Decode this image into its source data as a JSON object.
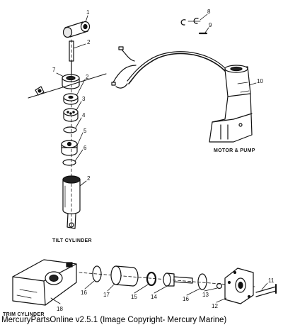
{
  "diagram": {
    "callouts": [
      "1",
      "2",
      "7",
      "2",
      "3",
      "4",
      "5",
      "6",
      "2",
      "8",
      "9",
      "10",
      "16",
      "17",
      "15",
      "14",
      "16",
      "13",
      "12",
      "11",
      "18"
    ],
    "captions": {
      "motor_pump": "MOTOR & PUMP",
      "tilt_cylinder": "TILT CYLINDER",
      "trim_cylinder": "TRIM CYLINDER"
    }
  },
  "footer": {
    "text": "MercuryPartsOnline v2.5.1 (Image Copyright- Mercury Marine)"
  }
}
